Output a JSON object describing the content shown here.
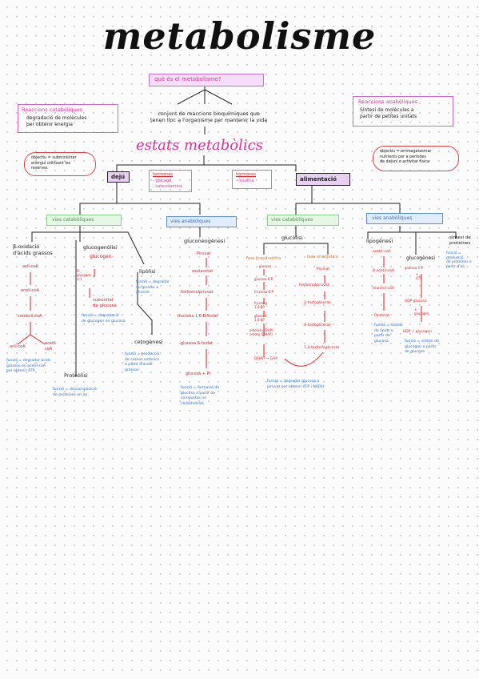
{
  "title": "metabolisme",
  "question": "què és el metabolisme?",
  "definition": "conjunt de reaccions bioquímiques que\ntenen lloc a l'organisme per mantenir la vida",
  "catabolic_reactions": {
    "title": "Reaccions catabòliques",
    "desc": "degradació de molècules\nper obtenir energia"
  },
  "anabolic_reactions": {
    "title": "Reaccions anabòliques",
    "desc": "Síntesi de molècules a\npartir de petites unitats"
  },
  "metabolic_states": "estats metabòlics",
  "fasting": {
    "label": "dejú",
    "note": "objectiu = subministrar\nenergia utilitzant les\nreserves",
    "hormones_title": "hormones",
    "hormones": "- glucagó\n- catecolamina",
    "catabolic_label": "vies catabòliques",
    "anabolic_label": "vies anabòliques"
  },
  "fed": {
    "label": "alimentació",
    "note": "objectiu = emmagatzemar\nnutrients per a períodes\nde dejuni o activitat física",
    "hormones_title": "hormones",
    "hormones": "- insulina",
    "catabolic_label": "vies catabòliques",
    "anabolic_label": "vies anabòliques"
  },
  "beta_ox": {
    "title": "β-oxidació\nd'àcids grassos",
    "steps": [
      "acil-coA",
      "enoil-coA",
      "cetoacil-coA",
      "acil-coA",
      "acetil\ncoA"
    ],
    "func": "funció = degradar àcids\ngrassos en acetil-coA\nper obtenir ATP"
  },
  "proteolysis": {
    "title": "Proteòlisi",
    "func": "funció = descomposició\nde proteïnes en aa"
  },
  "glycogenolysis": {
    "title": "glucogenòlisi",
    "sub": "glucogen",
    "side": "Pi\nglucogen\nn-1",
    "product": "subunitat\nde glucosa",
    "func": "funció = degradació\nde glucogen en glucosa"
  },
  "lipolysis": {
    "title": "lipòlisi",
    "func": "funció = degradar\nde greixos a\nglicerol"
  },
  "ketogenesis": {
    "title": "cetogènesi",
    "func": "funció = producció\nde cossos cetònics\na partir d'acids\ngrassos"
  },
  "gluconeogenesis": {
    "title": "gluconeogènesi",
    "steps": [
      "Piruvat",
      "oxalacetat",
      "fosfoenolpiruvat",
      "fructosa 1,6-Bifosfat",
      "glucosa 6-fosfat",
      "glucosa + Pi"
    ],
    "func": "funció = formació de\nglucosa a partir de\ncompostos no\ncarbohidrats"
  },
  "glycolysis": {
    "title": "glucòlisi",
    "prep_phase": "fase preparatòria",
    "prep_steps": [
      "glucosa",
      "glucosa-6-P",
      "fructosa-6-P",
      "fructosa\n1,6-BP",
      "glucosa\n1,6-BP",
      "aldolasa (DHP)\ncetosa (DHAP)",
      "DHAP → GAP"
    ],
    "energy_phase": "fase energètica",
    "energy_steps": [
      "Piruvat",
      "fosfoenolpiruvat",
      "2-fosfoglicerat",
      "3-fosfoglicerat",
      "1,3-bisfosfoglicerat"
    ],
    "func": "funció = degradar glucosa a\npiruvat per obtenir ATP i NADH"
  },
  "lipogenesis": {
    "title": "lipogènesi",
    "steps": [
      "acetil-coA",
      "8 acetil-coA",
      "malonil-coA",
      "Palmitat"
    ],
    "func": "funció = síntesi\nde lípids a\npartir de\nglucosa"
  },
  "glycogenesis": {
    "title": "glucogènesi",
    "steps": [
      "glucosa 1-P",
      "+\nUTP",
      "UDP-glucosa",
      "+\nglucogen",
      "UDP + glucogen"
    ],
    "func": "funció = síntesi de\nglucogen a partir\nde glucosa"
  },
  "protein_synthesis": {
    "title": "síntesi de\nproteïnes",
    "func": "funció = producció\nde proteïnes a\npartir d'aa"
  }
}
